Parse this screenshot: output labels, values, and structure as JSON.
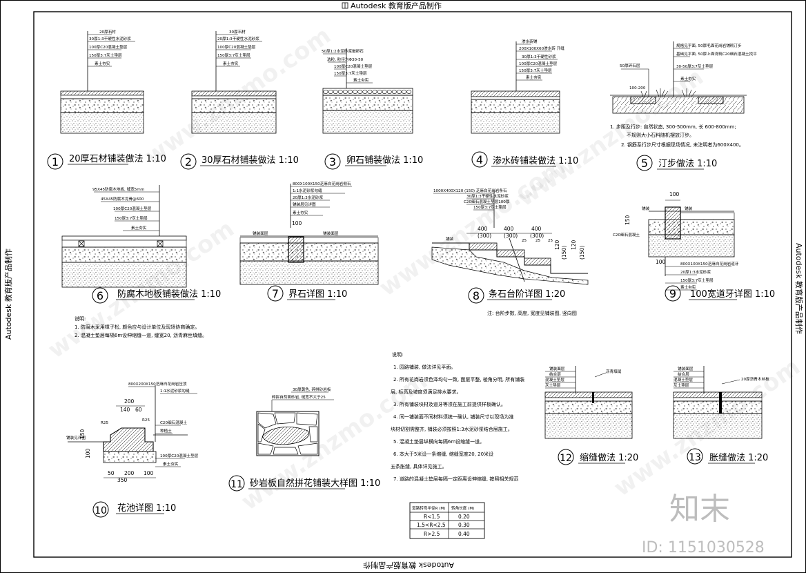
{
  "stamp": {
    "top": "Autodesk 教育版产品制作",
    "bottom": "Autodesk 教育版产品制作",
    "left": "Autodesk 教育版产品制作",
    "right": "Autodesk 教育版产品制作"
  },
  "details": [
    {
      "num": "1",
      "title": "20厚石材铺装做法 1:10",
      "layers": [
        "20厚石材",
        "30厚1:3干硬性水泥砂浆",
        "100厚C20混凝土垫层",
        "150厚3:7灰土垫层",
        "素土夯实"
      ]
    },
    {
      "num": "2",
      "title": "30厚石材铺装做法 1:10",
      "layers": [
        "30厚石材",
        "20厚1:3干硬性水泥砂浆",
        "100厚C20混凝土垫层",
        "150厚3:7灰土垫层",
        "素土夯实"
      ]
    },
    {
      "num": "3",
      "title": "卵石铺装做法 1:10",
      "layers": [
        "50厚1:2水泥砂浆嵌卵石",
        "选粒, 粒径为Φ30-50",
        "100厚C20混凝土垫层",
        "150厚3:7灰土垫层",
        "素土夯实"
      ]
    },
    {
      "num": "4",
      "title": "渗水砖铺装做法 1:10",
      "layers": [
        "渗水砖铺",
        "200X100X60渗水砖 开缝",
        "30厚1:3干硬性砂浆",
        "100厚C20混凝土垫层",
        "150厚3:7灰土垫层",
        "素土夯实"
      ]
    },
    {
      "num": "5",
      "title": "汀步做法 1:10",
      "layers": [
        "规格见平面, 50厚毛面花岗岩铺砌汀步",
        "基础见平面, 50厚上面浇筑C20细石混凝土找平",
        "30-50厚3:7灰土垫层",
        "素土夯实"
      ],
      "side_label": "50厚碎石层",
      "dim_label": "100-200",
      "notes": [
        "1. 步距及行步: 自然状态, 300-500mm, 长 600-800mm;",
        "不规则大小石料随机摆放汀步。",
        "2. 钢筋系行步尺寸根据现场情况, 未注明者为600X400。"
      ]
    },
    {
      "num": "6",
      "title": "防腐木地板铺装做法 1:10",
      "layers": [
        "95X45防腐木地板, 缝宽5mm",
        "45X45防腐木龙骨@600",
        "100厚C20混凝土垫层",
        "150厚3:7灰土垫层",
        "素土夯实"
      ],
      "notes": [
        "说明:",
        "1. 防腐木采用樟子松, 颜色应与设计单位及现场协商确定。",
        "2. 混凝土垫层每隔6m设伸缩缝一道, 缝宽20, 沥青麻丝填缝。"
      ]
    },
    {
      "num": "7",
      "title": "界石详图 1:10",
      "layers": [
        "800X100X150芝麻白花岗岩侧石",
        "1:1水泥砂浆勾缝",
        "20厚1:3水泥砂浆",
        "铺装层见详图",
        "素土夯实"
      ],
      "side_labels": [
        "铺装面层",
        "铺装面层"
      ],
      "dim_label": "100"
    },
    {
      "num": "8",
      "title": "条石台阶详图 1:20",
      "layers": [
        "1000X400X120 (150) 芝麻白花岗岩条石",
        "30厚1:3干硬性水泥砂浆",
        "C20细石混凝土垫层100厚",
        "150厚3:7灰土垫层"
      ],
      "dims": [
        "400",
        "400",
        "400",
        "(300)",
        "(300)",
        "(300)",
        "25",
        "25",
        "25",
        "120",
        "(150)",
        "120",
        "(150)"
      ],
      "side_label": "铺装",
      "notes": [
        "注: 台阶步数, 高度, 宽度见铺装图, 竖向图"
      ]
    },
    {
      "num": "9",
      "title": "100宽道牙详图 1:10",
      "layers": [
        "800X100X150芝麻白花岗岩道牙",
        "20厚1:3水泥砂浆",
        "150厚3:7灰土垫层",
        "素土夯实"
      ],
      "side_labels": [
        "铺装",
        "C20细石混凝土",
        "铺装"
      ],
      "dims": [
        "100",
        "150",
        "100"
      ]
    },
    {
      "num": "10",
      "title": "花池详图 1:10",
      "layers": [
        "800X200X150芝麻白花岗岩压顶",
        "1:1水泥砂浆勾缝",
        "C20细石混凝土",
        "100厚C20混凝土垫层",
        "素土夯实"
      ],
      "side_labels": [
        "种植土",
        "铺装见详图"
      ],
      "dims": [
        "200",
        "140",
        "60",
        "R25",
        "R25",
        "150",
        "100",
        "50",
        "200",
        "100",
        "350"
      ]
    },
    {
      "num": "11",
      "title": "砂岩板自然拼花铺装大样图 1:10",
      "layers": [
        "30厚黄色, 碎拼砂岩板",
        "碎拼自然面砂岩, 缝宽不大于25"
      ]
    },
    {
      "num": "12",
      "title": "缩缝做法 1:20",
      "layers": [
        "铺装面层",
        "结合层",
        "混凝土垫层",
        "灰土垫层"
      ],
      "joint_label": "沥青填缝"
    },
    {
      "num": "13",
      "title": "胀缝做法 1:20",
      "layers": [
        "铺装面层",
        "结合层",
        "混凝土垫层",
        "灰土垫层"
      ],
      "joint_label": "20厚沥青木丝板"
    }
  ],
  "general_notes": {
    "title": "说明:",
    "lines": [
      "1. 园路铺装, 做法详见平面。",
      "2. 所有花岗岩须色泽均匀一致, 面层平整, 棱角分明, 所有铺装",
      "层, 标高及坡度须满足排水要求。",
      "3. 所有铺装块材及道牙等须在施工前提供样板确认。",
      "4. 同一铺装面不同材料须统一确认, 铺装尺寸以现场为准",
      "块材切割需整齐, 铺装必须按照1:3水泥砂浆结合层施工。",
      "5. 混凝土垫层纵横向每隔6m设缩缝一道。",
      "6. 本大于5米设一条缩缝, 缩缝宽度20, 20米设",
      "五条胀缝, 具体详见施工。",
      "7. 道路的混凝土垫层每隔一定距离设伸缩缝, 按照相关规范"
    ]
  },
  "radius_table": {
    "headers": [
      "道路转弯半径R (M)",
      "转角长度 (M)"
    ],
    "rows": [
      [
        "R<1.5",
        "0.20"
      ],
      [
        "1.5<R<2.5",
        "0.30"
      ],
      [
        "R>2.5",
        "0.40"
      ]
    ]
  },
  "watermark": {
    "logo": "知末",
    "id": "ID: 1151030528",
    "diag": "www.znzmo.com"
  }
}
